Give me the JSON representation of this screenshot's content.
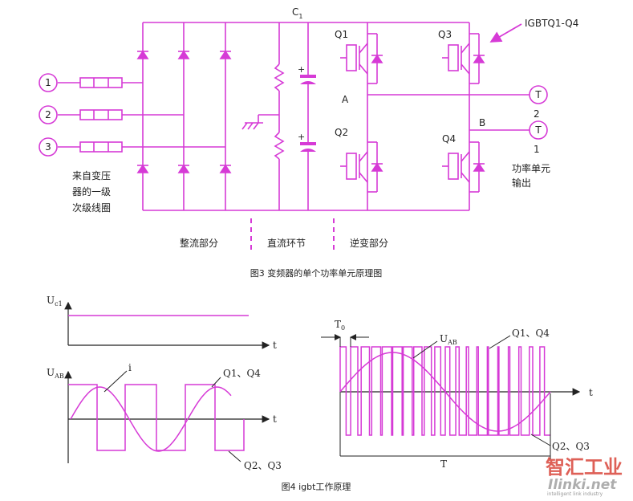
{
  "fig3": {
    "inputs": [
      "1",
      "2",
      "3"
    ],
    "input_caption_lines": [
      "来自变压",
      "器的一级",
      "次级线圈"
    ],
    "cap_label": "C",
    "cap_sub": "1",
    "q1": "Q1",
    "q2": "Q2",
    "q3": "Q3",
    "q4": "Q4",
    "node_a": "A",
    "node_b": "B",
    "igbt_label": "IGBTQ1-Q4",
    "out_t": "T",
    "out_1": "1",
    "out_2": "2",
    "output_caption_lines": [
      "功率单元",
      "输出"
    ],
    "sections": [
      "整流部分",
      "直流环节",
      "逆变部分"
    ],
    "caption": "图3  变频器的单个功率单元原理图"
  },
  "fig4": {
    "uc_label": "U",
    "uc_sub": "c1",
    "uab_label": "U",
    "uab_sub": "AB",
    "i_label": "i",
    "t_axis": "t",
    "q14": "Q1、Q4",
    "q23": "Q2、Q3",
    "t0_label": "T",
    "t0_sub": "0",
    "period_label": "T",
    "caption": "图4  igbt工作原理"
  },
  "watermark": {
    "cn": "智汇工业",
    "url": "Ilinki.net",
    "tag": "intelligent link industry"
  },
  "colors": {
    "wire": "#d63ad6",
    "axis": "#222222",
    "watermark_red": "#d9453a"
  }
}
